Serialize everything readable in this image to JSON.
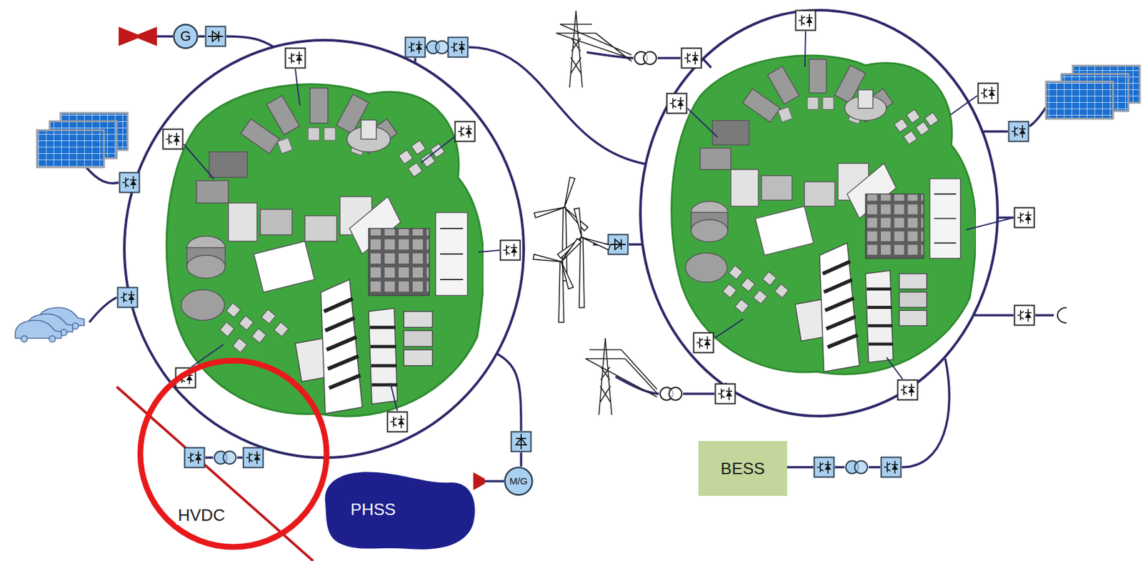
{
  "diagram": {
    "nodes": [
      {
        "text": [
          "G"
        ]
      },
      {
        "text": [
          "PHSS"
        ]
      },
      {
        "text": [
          "M/G"
        ]
      },
      {
        "text": [
          "BESS"
        ]
      }
    ],
    "labels": [
      "HVDC"
    ]
  }
}
